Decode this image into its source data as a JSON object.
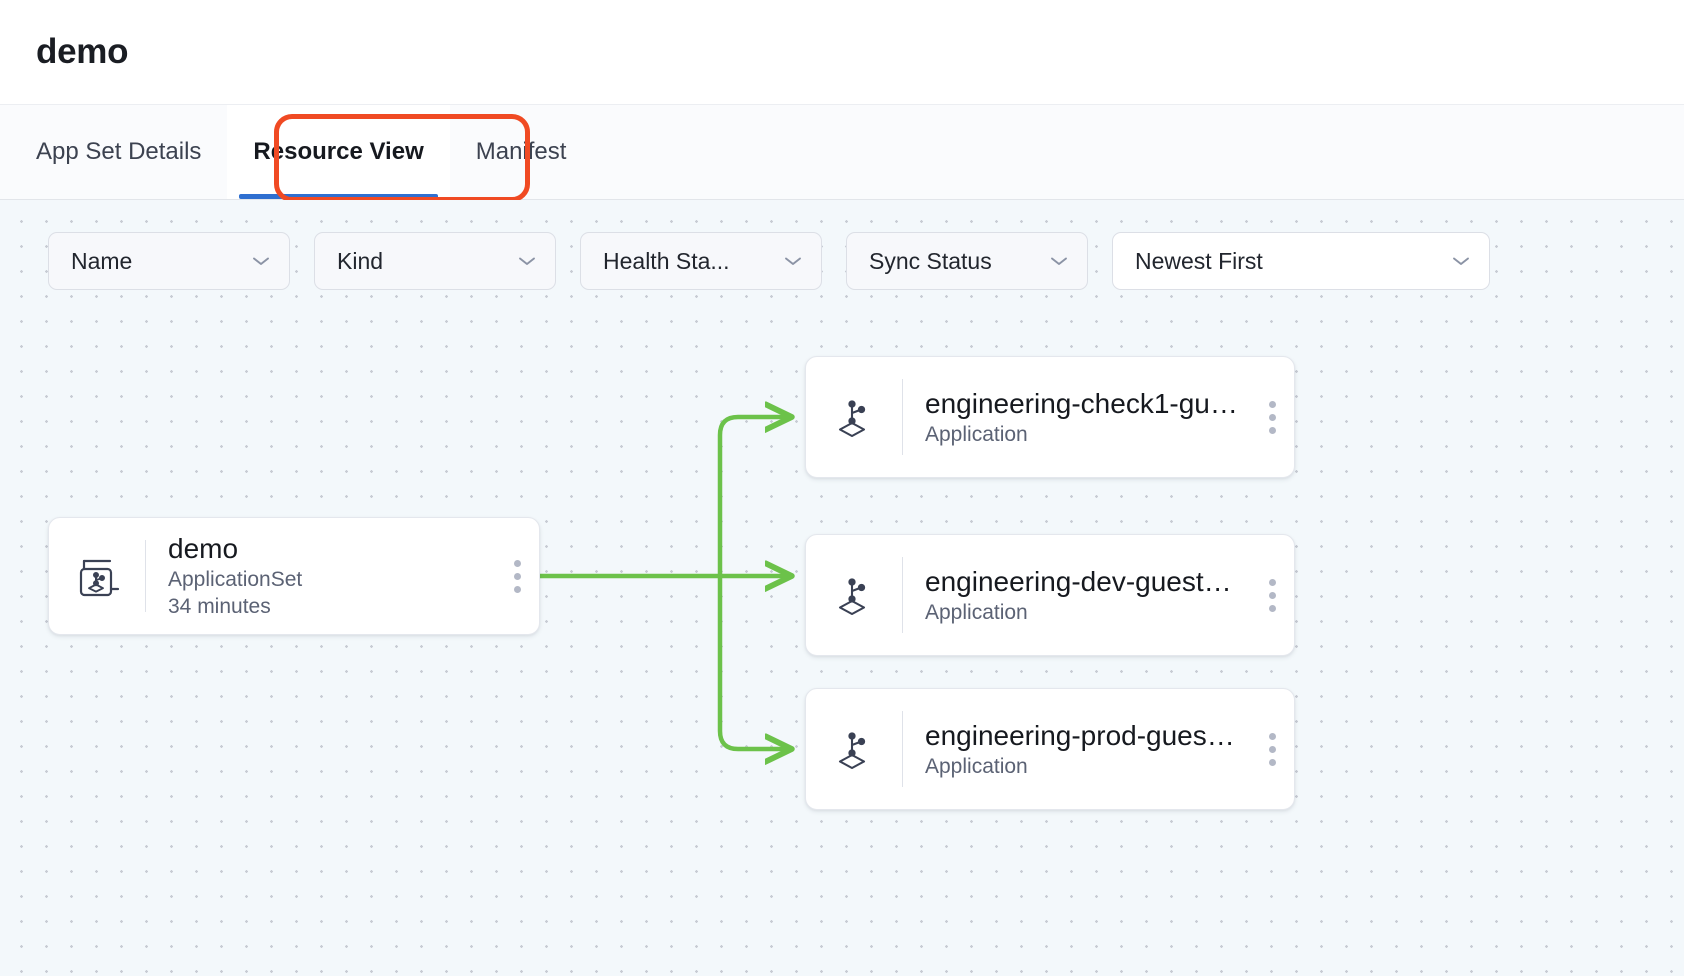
{
  "header": {
    "title": "demo"
  },
  "tabs": [
    {
      "label": "App Set Details",
      "active": false
    },
    {
      "label": "Resource View",
      "active": true
    },
    {
      "label": "Manifest",
      "active": false
    }
  ],
  "filters": [
    {
      "name": "name",
      "label": "Name",
      "icon": "chevron-down-icon"
    },
    {
      "name": "kind",
      "label": "Kind",
      "icon": "chevron-down-icon"
    },
    {
      "name": "health",
      "label": "Health Sta...",
      "icon": "chevron-down-icon"
    },
    {
      "name": "sync",
      "label": "Sync Status",
      "icon": "chevron-down-icon"
    },
    {
      "name": "sort",
      "label": "Newest First",
      "icon": "chevron-down-icon"
    }
  ],
  "graph": {
    "edge_color": "#6cc24a",
    "nodes": [
      {
        "id": "appset",
        "name": "demo",
        "kind": "ApplicationSet",
        "age": "34 minutes",
        "icon": "applicationset-icon",
        "menu": "kebab-menu-icon"
      },
      {
        "id": "app-1",
        "name": "engineering-check1-gue...",
        "kind": "Application",
        "icon": "application-icon",
        "menu": "kebab-menu-icon"
      },
      {
        "id": "app-2",
        "name": "engineering-dev-guestb...",
        "kind": "Application",
        "icon": "application-icon",
        "menu": "kebab-menu-icon"
      },
      {
        "id": "app-3",
        "name": "engineering-prod-guestb...",
        "kind": "Application",
        "icon": "application-icon",
        "menu": "kebab-menu-icon"
      }
    ]
  },
  "annotation": {
    "highlight_color": "#f04a23",
    "target": "Resource View"
  }
}
